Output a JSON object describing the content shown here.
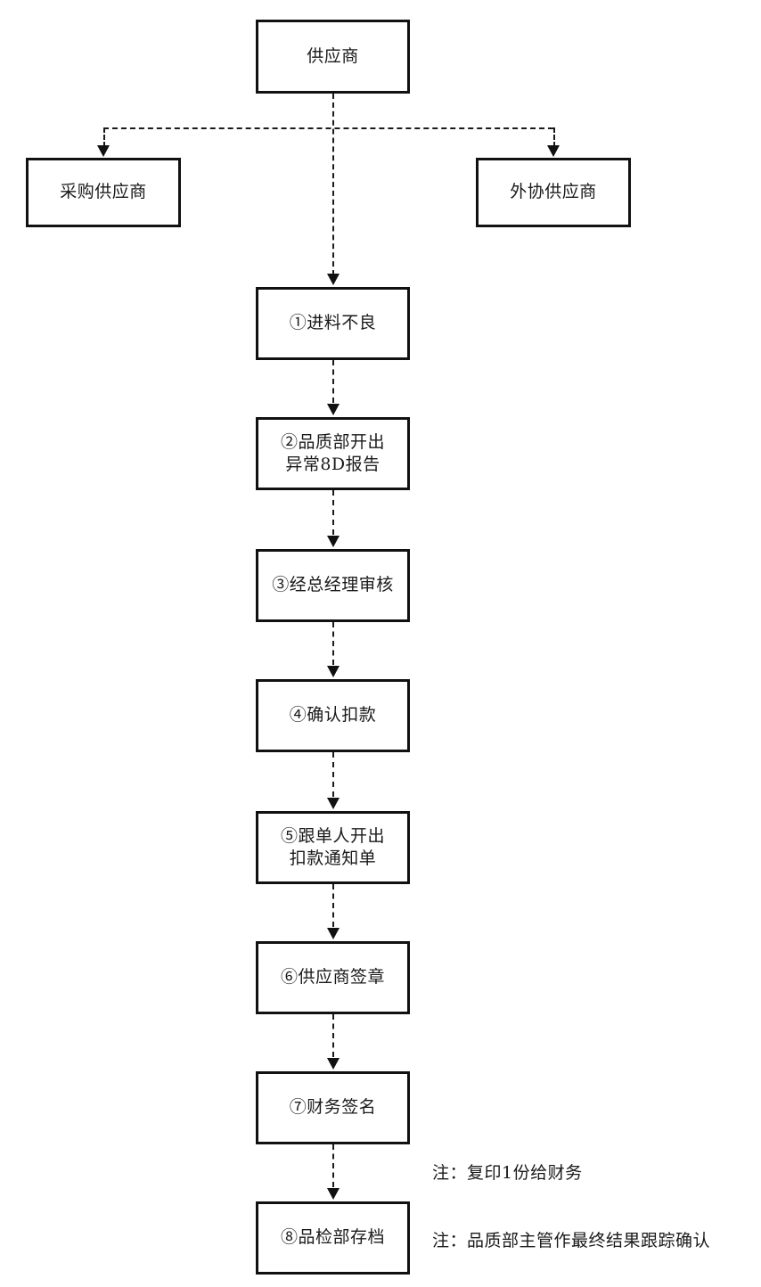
{
  "diagram": {
    "title_node": {
      "label": "供应商"
    },
    "branches": [
      {
        "id": "purchase-supplier",
        "label": "采购供应商"
      },
      {
        "id": "outsource-supplier",
        "label": "外协供应商"
      }
    ],
    "steps": [
      {
        "id": "step-1",
        "label": "①进料不良"
      },
      {
        "id": "step-2",
        "label": "②品质部开出\n异常8D报告"
      },
      {
        "id": "step-3",
        "label": "③经总经理审核"
      },
      {
        "id": "step-4",
        "label": "④确认扣款"
      },
      {
        "id": "step-5",
        "label": "⑤跟单人开出\n扣款通知单"
      },
      {
        "id": "step-6",
        "label": "⑥供应商签章"
      },
      {
        "id": "step-7",
        "label": "⑦财务签名"
      },
      {
        "id": "step-8",
        "label": "⑧品检部存档"
      }
    ],
    "notes": [
      {
        "id": "note-copy-finance",
        "text": "注：复印1份给财务"
      },
      {
        "id": "note-final-tracking",
        "text": "注：品质部主管作最终结果跟踪确认"
      }
    ],
    "colors": {
      "box_border": "#111111",
      "text": "#1a1a1a",
      "connector": "#1a1a1a",
      "background": "#ffffff"
    }
  }
}
